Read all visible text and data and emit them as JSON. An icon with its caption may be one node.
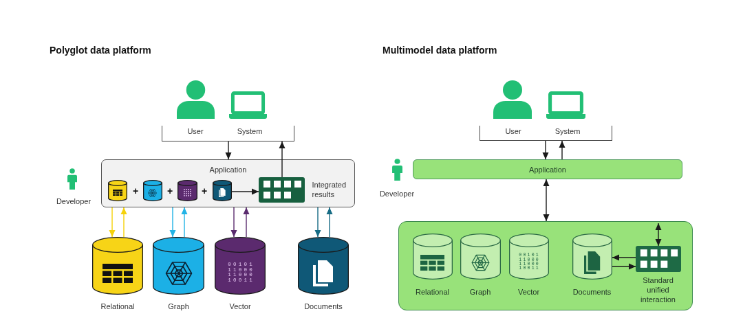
{
  "diagram": {
    "nodes": [
      {
        "text": [
          "User",
          "System"
        ]
      },
      {
        "text": [
          "Application"
        ]
      },
      {
        "text": [],
        "shape": "cylinder",
        "in": 1
      },
      {
        "text": [],
        "shape": "cylinder",
        "in": 1
      },
      {
        "text": [],
        "shape": "cylinder",
        "in": 1
      },
      {
        "text": [],
        "shape": "cylinder",
        "in": 1
      },
      {
        "text": [
          "Integrated results"
        ],
        "in": 1
      },
      {
        "text": [
          "Relational"
        ]
      },
      {
        "text": [
          "Graph"
        ]
      },
      {
        "text": [
          "00101 11000 11000 10011",
          "Vector"
        ]
      },
      {
        "text": [
          "Documents"
        ]
      },
      {
        "text": [
          "User",
          "System"
        ]
      },
      {
        "text": [
          "Application"
        ]
      },
      {
        "text": [],
        "shape": "box"
      },
      {
        "text": [
          "Relational"
        ],
        "in": 13
      },
      {
        "text": [
          "Graph"
        ],
        "in": 13
      },
      {
        "text": [
          "00101 11000 11000 10011",
          "Vector"
        ],
        "in": 13
      },
      {
        "text": [
          "Documents"
        ],
        "in": 13
      },
      {
        "text": [
          "Standard unified interaction"
        ],
        "in": 13
      }
    ],
    "edges": [
      {
        "from": 0,
        "to": 1,
        "arrow": "to"
      },
      {
        "from": 6,
        "to": 0,
        "arrow": "to"
      },
      {
        "from": 5,
        "to": 6,
        "arrow": "to"
      },
      {
        "from": 1,
        "to": 7,
        "arrow": "to",
        "color": "#f5d20a"
      },
      {
        "from": 7,
        "to": 1,
        "arrow": "to",
        "color": "#f5d20a"
      },
      {
        "from": 1,
        "to": 8,
        "arrow": "to",
        "color": "#22b3e6"
      },
      {
        "from": 8,
        "to": 1,
        "arrow": "to",
        "color": "#22b3e6"
      },
      {
        "from": 1,
        "to": 9,
        "arrow": "to",
        "color": "#5a2b6e"
      },
      {
        "from": 9,
        "to": 1,
        "arrow": "to",
        "color": "#5a2b6e"
      },
      {
        "from": 1,
        "to": 10,
        "arrow": "to",
        "color": "#176c85"
      },
      {
        "from": 10,
        "to": 1,
        "arrow": "to",
        "color": "#176c85"
      },
      {
        "from": 11,
        "to": 12,
        "arrow": "to"
      },
      {
        "from": 12,
        "to": 11,
        "arrow": "to"
      },
      {
        "from": 12,
        "to": 13,
        "arrow": "both"
      },
      {
        "from": 18,
        "to": 17,
        "arrow": "to"
      },
      {
        "from": 17,
        "to": 18,
        "arrow": "to"
      },
      {
        "from": 13,
        "to": 18,
        "arrow": "both"
      }
    ],
    "labels": [
      "Polyglot data platform",
      "Multimodel data platform",
      "Developer",
      "+",
      "+",
      "+",
      "Developer"
    ]
  }
}
